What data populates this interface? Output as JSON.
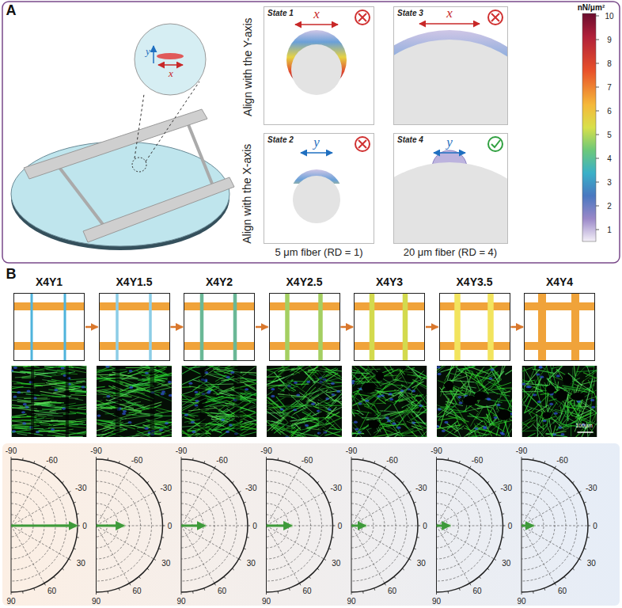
{
  "diagram": {
    "nodes": [
      {
        "text": [
          "State 1"
        ]
      },
      {
        "text": [
          "State 3"
        ]
      },
      {
        "text": [
          "State 2"
        ]
      },
      {
        "text": [
          "State 4"
        ]
      },
      {
        "text": [
          "X4Y1"
        ]
      },
      {
        "text": [
          "X4Y1.5"
        ]
      },
      {
        "text": [
          "X4Y2"
        ]
      },
      {
        "text": [
          "X4Y2.5"
        ]
      },
      {
        "text": [
          "X4Y3"
        ]
      },
      {
        "text": [
          "X4Y3.5"
        ]
      },
      {
        "text": [
          "X4Y4"
        ]
      }
    ],
    "edges": [
      {
        "from": 4,
        "to": 5,
        "arrow": "to"
      },
      {
        "from": 5,
        "to": 6,
        "arrow": "to"
      },
      {
        "from": 6,
        "to": 7,
        "arrow": "to"
      },
      {
        "from": 7,
        "to": 8,
        "arrow": "to"
      },
      {
        "from": 8,
        "to": 9,
        "arrow": "to"
      },
      {
        "from": 9,
        "to": 10,
        "arrow": "to"
      }
    ],
    "labels": [
      "A",
      "y",
      "x",
      "Align with the Y-axis",
      "Align with the X-axis",
      "x",
      "x",
      "y",
      "y",
      "5 μm fiber (RD = 1)",
      "20 μm fiber (RD = 4)",
      "nN/μm²",
      "10",
      "9",
      "8",
      "7",
      "6",
      "5",
      "4",
      "3",
      "2",
      "1",
      "B",
      "100μm",
      "-90",
      "-60",
      "-30",
      "0",
      "30",
      "60",
      "90",
      "-90",
      "-60",
      "-30",
      "0",
      "30",
      "60",
      "90",
      "-90",
      "-60",
      "-30",
      "0",
      "30",
      "60",
      "90",
      "-90",
      "-60",
      "-30",
      "0",
      "30",
      "60",
      "90",
      "-90",
      "-60",
      "-30",
      "0",
      "30",
      "60",
      "90",
      "-90",
      "-60",
      "-30",
      "0",
      "30",
      "60",
      "90",
      "-90",
      "-60",
      "-30",
      "0",
      "30",
      "60",
      "90"
    ]
  }
}
